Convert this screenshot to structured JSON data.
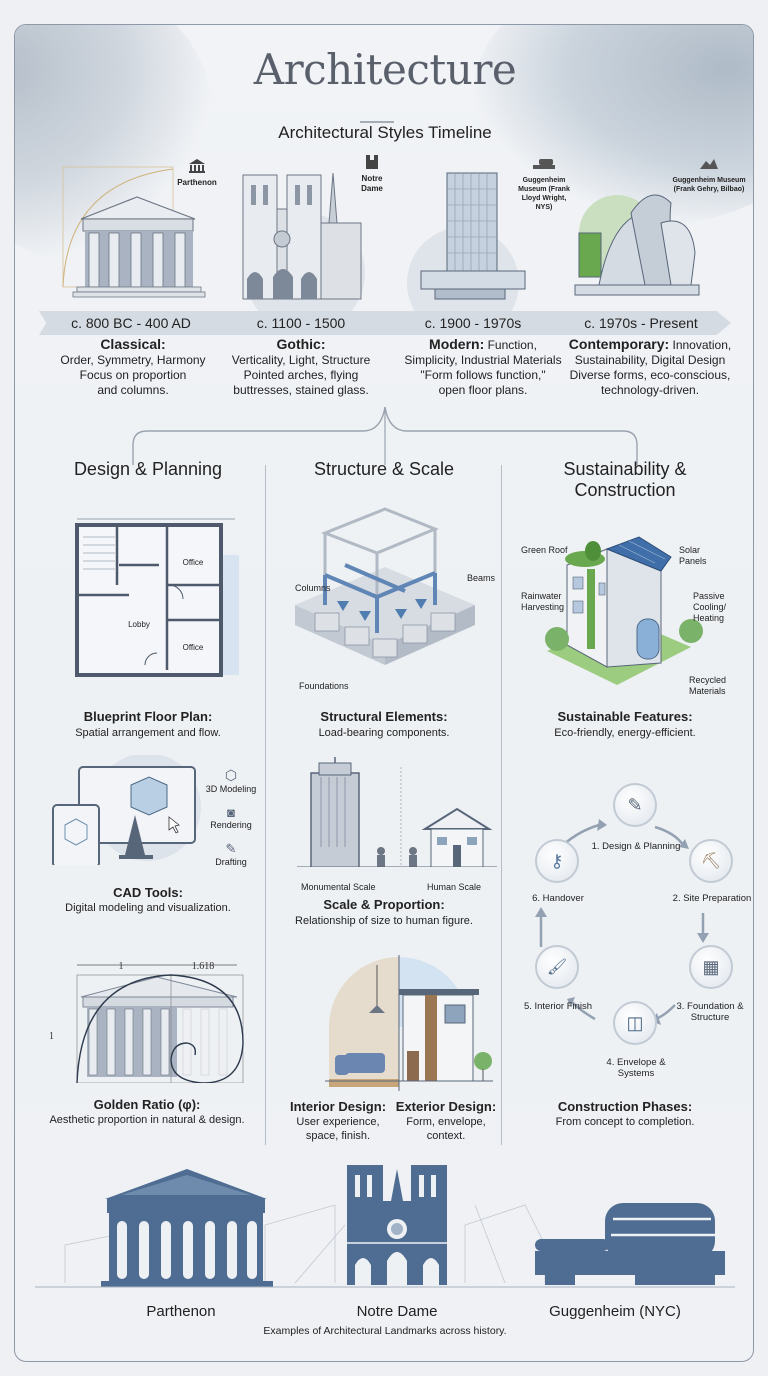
{
  "header": {
    "title": "Architecture",
    "subtitle": "Architectural Styles Timeline"
  },
  "timeline": [
    {
      "period": "c. 800 BC - 400 AD",
      "style": "Classical:",
      "lines": [
        "Order, Symmetry, Harmony",
        "Focus on proportion",
        "and columns."
      ],
      "badge": "Parthenon",
      "badge_icon": "temple-icon"
    },
    {
      "period": "c. 1100 - 1500",
      "style": "Gothic:",
      "lines": [
        "Verticality, Light, Structure",
        "Pointed arches, flying",
        "buttresses, stained glass."
      ],
      "badge": "Notre Dame",
      "badge_icon": "cathedral-icon"
    },
    {
      "period": "c. 1900 - 1970s",
      "style": "Modern:",
      "style_tail": " Function,",
      "lines": [
        "Simplicity, Industrial Materials",
        "\"Form follows function,\"",
        "open floor plans."
      ],
      "badge": "Guggenheim Museum (Frank Lloyd Wright, NYS)",
      "badge_icon": "guggenheim-icon"
    },
    {
      "period": "c. 1970s - Present",
      "style": "Contemporary:",
      "style_tail": " Innovation,",
      "lines": [
        "Sustainability, Digital Design",
        "Diverse forms, eco-conscious,",
        "technology-driven."
      ],
      "badge": "Guggenheim Museum (Frank Gehry, Bilbao)",
      "badge_icon": "bilbao-icon"
    }
  ],
  "columns": {
    "design": {
      "heading": "Design & Planning",
      "floorplan": {
        "rooms": [
          "Office",
          "Lobby",
          "Office"
        ],
        "title": "Blueprint Floor Plan:",
        "desc": "Spatial arrangement and flow."
      },
      "cad": {
        "tools": [
          "3D Modeling",
          "Rendering",
          "Drafting"
        ],
        "title": "CAD Tools:",
        "desc": "Digital modeling and visualization."
      },
      "golden": {
        "dim_a": "1",
        "dim_b": "1.618",
        "dim_h": "1",
        "title": "Golden Ratio (φ):",
        "desc": "Aesthetic proportion in natural & design."
      }
    },
    "structure": {
      "heading": "Structure & Scale",
      "elements": {
        "labels": [
          "Columns",
          "Beams",
          "Foundations"
        ],
        "title": "Structural Elements:",
        "desc": "Load-bearing components."
      },
      "scale": {
        "left": "Monumental Scale",
        "right": "Human Scale",
        "title": "Scale & Proportion:",
        "desc": "Relationship of size to human figure."
      },
      "interior": {
        "title": "Interior Design:",
        "desc1": "User experience,",
        "desc2": "space, finish."
      },
      "exterior": {
        "title": "Exterior Design:",
        "desc1": "Form, envelope,",
        "desc2": "context."
      }
    },
    "sustain": {
      "heading1": "Sustainability &",
      "heading2": "Construction",
      "features": {
        "labels": [
          "Green Roof",
          "Solar Panels",
          "Rainwater Harvesting",
          "Passive Cooling/ Heating",
          "Recycled Materials"
        ],
        "title": "Sustainable Features:",
        "desc": "Eco-friendly, energy-efficient."
      },
      "phases": [
        {
          "label": "1. Design & Planning",
          "icon": "blueprint-pencil-icon"
        },
        {
          "label": "2. Site Preparation",
          "icon": "shovel-icon"
        },
        {
          "label": "3. Foundation & Structure",
          "icon": "scaffold-icon"
        },
        {
          "label": "4. Envelope & Systems",
          "icon": "window-icon"
        },
        {
          "label": "5. Interior Finish",
          "icon": "paintbrush-icon"
        },
        {
          "label": "6. Handover",
          "icon": "key-icon"
        }
      ],
      "phases_title": "Construction Phases:",
      "phases_desc": "From concept to completion."
    }
  },
  "landmarks": {
    "names": [
      "Parthenon",
      "Notre Dame",
      "Guggenheim (NYC)"
    ],
    "caption": "Examples of Architectural Landmarks across history.",
    "color": "#4f6d92"
  },
  "colors": {
    "accent": "#4f6d92",
    "blueprint": "#5b6b80",
    "light_blue": "#b9d0e6",
    "green": "#6aa84f"
  }
}
